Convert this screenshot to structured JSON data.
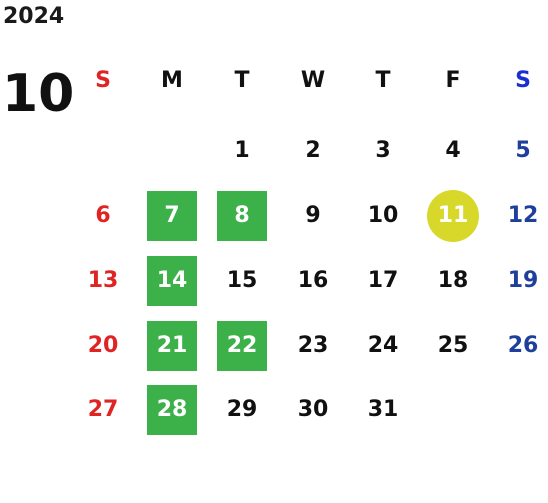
{
  "calendar": {
    "year": "2024",
    "month": "10",
    "weekdays": [
      "S",
      "M",
      "T",
      "W",
      "T",
      "F",
      "S"
    ],
    "weekday_colors": [
      "#e02424",
      "#111111",
      "#111111",
      "#111111",
      "#111111",
      "#111111",
      "#1a2fd0"
    ],
    "day_colors": {
      "sunday": "#e02424",
      "saturday": "#1f3f9c",
      "weekday": "#111111",
      "highlight_bg": "#3cb14a",
      "highlight_text": "#ffffff",
      "today_bg": "#d7d82a"
    },
    "first_weekday_index": 2,
    "days_in_month": 31,
    "highlighted_days": [
      7,
      8,
      14,
      21,
      22,
      28
    ],
    "today": 11
  }
}
